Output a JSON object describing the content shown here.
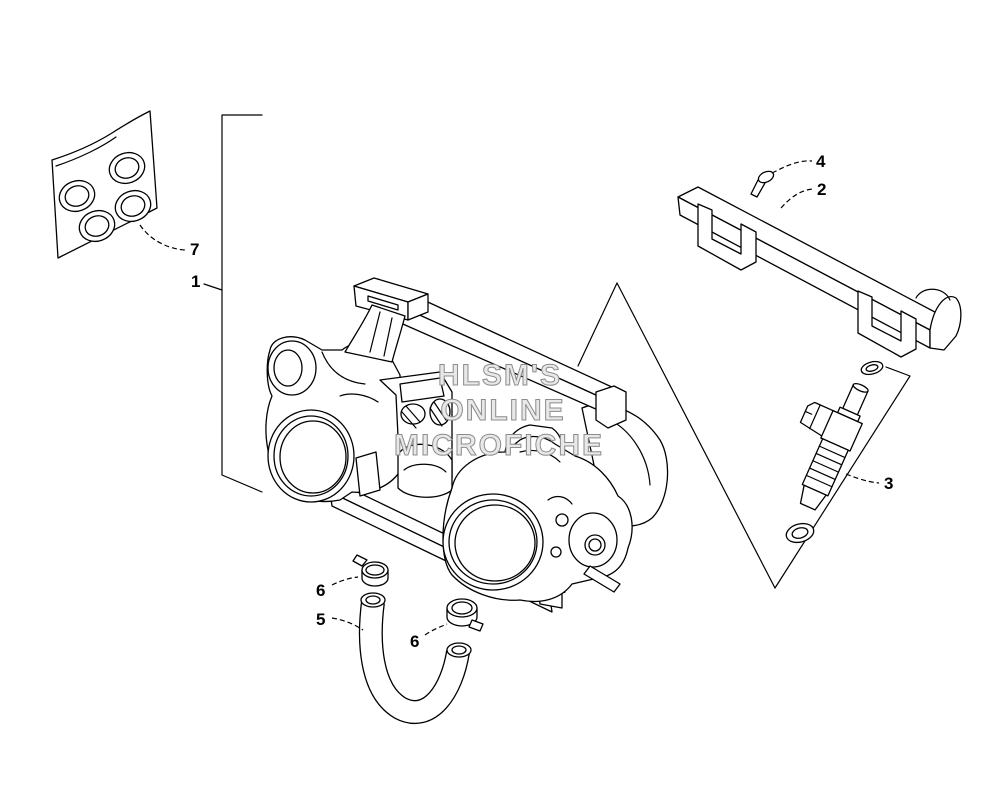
{
  "diagram": {
    "callouts": [
      "7",
      "1",
      "4",
      "2",
      "3",
      "6",
      "5",
      "6"
    ]
  },
  "watermark": {
    "lines": [
      "HLSM'S",
      "ONLINE",
      "MICROFICHE"
    ]
  },
  "colors": {
    "ink": "#000000",
    "paper": "#ffffff",
    "watermark_fill": "#e8e8e8",
    "watermark_outline": "#8c8c8c"
  }
}
